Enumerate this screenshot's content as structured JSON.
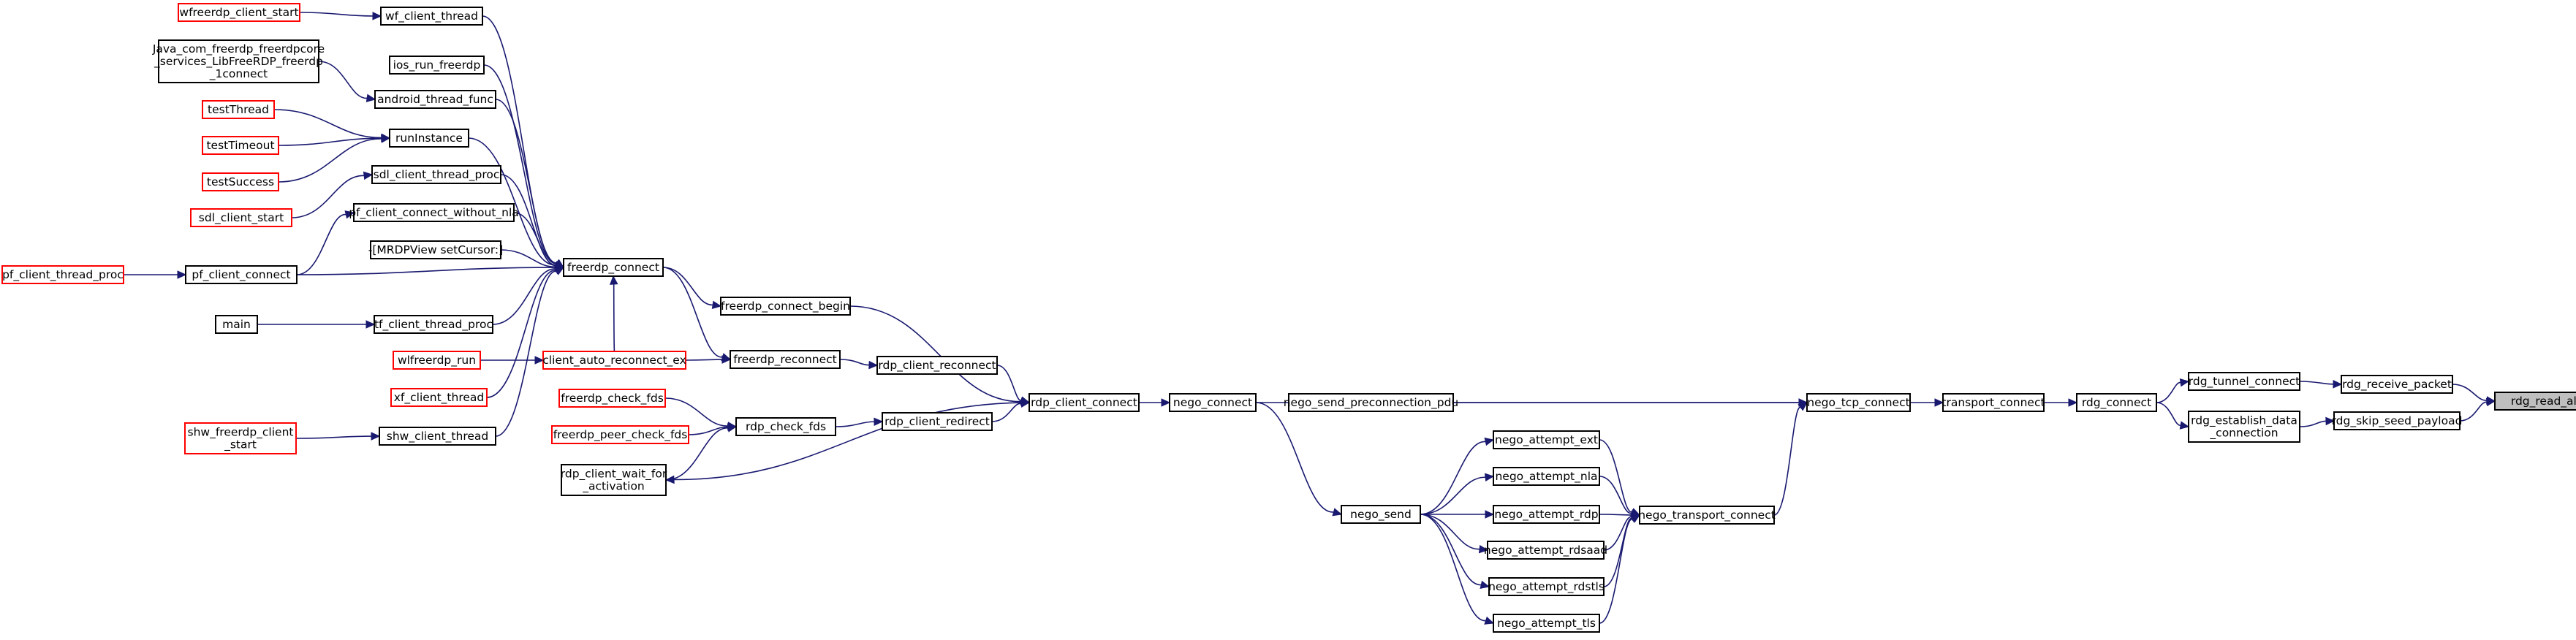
{
  "graph": {
    "colors": {
      "edge": "#191970",
      "node_border": "#000000",
      "node_border_truncated": "#ff0000",
      "target_fill": "#bfbfbf"
    },
    "nodes": [
      {
        "id": "rdg_read_all",
        "lines": [
          "rdg_read_all"
        ],
        "style": "target"
      },
      {
        "id": "rdg_receive_packet",
        "lines": [
          "rdg_receive_packet"
        ],
        "style": "normal"
      },
      {
        "id": "rdg_skip_seed_payload",
        "lines": [
          "rdg_skip_seed_payload"
        ],
        "style": "normal"
      },
      {
        "id": "rdg_tunnel_connect",
        "lines": [
          "rdg_tunnel_connect"
        ],
        "style": "normal"
      },
      {
        "id": "rdg_establish_data_connection",
        "lines": [
          "rdg_establish_data",
          "_connection"
        ],
        "style": "normal"
      },
      {
        "id": "rdg_connect",
        "lines": [
          "rdg_connect"
        ],
        "style": "normal"
      },
      {
        "id": "transport_connect",
        "lines": [
          "transport_connect"
        ],
        "style": "normal"
      },
      {
        "id": "nego_tcp_connect",
        "lines": [
          "nego_tcp_connect"
        ],
        "style": "normal"
      },
      {
        "id": "nego_send_preconnection_pdu",
        "lines": [
          "nego_send_preconnection_pdu"
        ],
        "style": "normal"
      },
      {
        "id": "nego_connect",
        "lines": [
          "nego_connect"
        ],
        "style": "normal"
      },
      {
        "id": "nego_transport_connect",
        "lines": [
          "nego_transport_connect"
        ],
        "style": "normal"
      },
      {
        "id": "nego_attempt_ext",
        "lines": [
          "nego_attempt_ext"
        ],
        "style": "normal"
      },
      {
        "id": "nego_attempt_nla",
        "lines": [
          "nego_attempt_nla"
        ],
        "style": "normal"
      },
      {
        "id": "nego_attempt_rdp",
        "lines": [
          "nego_attempt_rdp"
        ],
        "style": "normal"
      },
      {
        "id": "nego_attempt_rdsaad",
        "lines": [
          "nego_attempt_rdsaad"
        ],
        "style": "normal"
      },
      {
        "id": "nego_attempt_rdstls",
        "lines": [
          "nego_attempt_rdstls"
        ],
        "style": "normal"
      },
      {
        "id": "nego_attempt_tls",
        "lines": [
          "nego_attempt_tls"
        ],
        "style": "normal"
      },
      {
        "id": "nego_send",
        "lines": [
          "nego_send"
        ],
        "style": "normal"
      },
      {
        "id": "rdp_client_connect",
        "lines": [
          "rdp_client_connect"
        ],
        "style": "normal"
      },
      {
        "id": "rdp_client_reconnect",
        "lines": [
          "rdp_client_reconnect"
        ],
        "style": "normal"
      },
      {
        "id": "rdp_client_redirect",
        "lines": [
          "rdp_client_redirect"
        ],
        "style": "normal"
      },
      {
        "id": "rdp_check_fds",
        "lines": [
          "rdp_check_fds"
        ],
        "style": "normal"
      },
      {
        "id": "rdp_client_wait_for_activation",
        "lines": [
          "rdp_client_wait_for",
          "_activation"
        ],
        "style": "normal"
      },
      {
        "id": "freerdp_check_fds",
        "lines": [
          "freerdp_check_fds"
        ],
        "style": "truncated"
      },
      {
        "id": "freerdp_peer_check_fds",
        "lines": [
          "freerdp_peer_check_fds"
        ],
        "style": "truncated"
      },
      {
        "id": "freerdp_connect_begin",
        "lines": [
          "freerdp_connect_begin"
        ],
        "style": "normal"
      },
      {
        "id": "freerdp_reconnect",
        "lines": [
          "freerdp_reconnect"
        ],
        "style": "normal"
      },
      {
        "id": "client_auto_reconnect_ex",
        "lines": [
          "client_auto_reconnect_ex"
        ],
        "style": "truncated"
      },
      {
        "id": "freerdp_connect",
        "lines": [
          "freerdp_connect"
        ],
        "style": "normal"
      },
      {
        "id": "wf_client_thread",
        "lines": [
          "wf_client_thread"
        ],
        "style": "normal"
      },
      {
        "id": "wfreerdp_client_start",
        "lines": [
          "wfreerdp_client_start"
        ],
        "style": "truncated"
      },
      {
        "id": "ios_run_freerdp",
        "lines": [
          "ios_run_freerdp"
        ],
        "style": "normal"
      },
      {
        "id": "android_thread_func",
        "lines": [
          "android_thread_func"
        ],
        "style": "normal"
      },
      {
        "id": "java_libfreerdp_connect",
        "lines": [
          "Java_com_freerdp_freerdpcore",
          "_services_LibFreeRDP_freerdp",
          "_1connect"
        ],
        "style": "normal"
      },
      {
        "id": "runInstance",
        "lines": [
          "runInstance"
        ],
        "style": "normal"
      },
      {
        "id": "testThread",
        "lines": [
          "testThread"
        ],
        "style": "truncated"
      },
      {
        "id": "testTimeout",
        "lines": [
          "testTimeout"
        ],
        "style": "truncated"
      },
      {
        "id": "testSuccess",
        "lines": [
          "testSuccess"
        ],
        "style": "truncated"
      },
      {
        "id": "sdl_client_thread_proc",
        "lines": [
          "sdl_client_thread_proc"
        ],
        "style": "normal"
      },
      {
        "id": "sdl_client_start",
        "lines": [
          "sdl_client_start"
        ],
        "style": "truncated"
      },
      {
        "id": "pf_client_connect_without_nla",
        "lines": [
          "pf_client_connect_without_nla"
        ],
        "style": "normal"
      },
      {
        "id": "mrdpview_setcursor",
        "lines": [
          "-[MRDPView setCursor:]"
        ],
        "style": "normal"
      },
      {
        "id": "pf_client_connect",
        "lines": [
          "pf_client_connect"
        ],
        "style": "normal"
      },
      {
        "id": "pf_client_thread_proc",
        "lines": [
          "pf_client_thread_proc"
        ],
        "style": "truncated"
      },
      {
        "id": "tf_client_thread_proc",
        "lines": [
          "tf_client_thread_proc"
        ],
        "style": "normal"
      },
      {
        "id": "main",
        "lines": [
          "main"
        ],
        "style": "normal"
      },
      {
        "id": "wlfreerdp_run",
        "lines": [
          "wlfreerdp_run"
        ],
        "style": "truncated"
      },
      {
        "id": "xf_client_thread",
        "lines": [
          "xf_client_thread"
        ],
        "style": "truncated"
      },
      {
        "id": "shw_client_thread",
        "lines": [
          "shw_client_thread"
        ],
        "style": "normal"
      },
      {
        "id": "shw_freerdp_client_start",
        "lines": [
          "shw_freerdp_client",
          "_start"
        ],
        "style": "truncated"
      }
    ],
    "edges": [
      [
        "rdg_receive_packet",
        "rdg_read_all"
      ],
      [
        "rdg_skip_seed_payload",
        "rdg_read_all"
      ],
      [
        "rdg_tunnel_connect",
        "rdg_receive_packet"
      ],
      [
        "rdg_establish_data_connection",
        "rdg_skip_seed_payload"
      ],
      [
        "rdg_connect",
        "rdg_tunnel_connect"
      ],
      [
        "rdg_connect",
        "rdg_establish_data_connection"
      ],
      [
        "transport_connect",
        "rdg_connect"
      ],
      [
        "nego_tcp_connect",
        "transport_connect"
      ],
      [
        "nego_connect",
        "nego_tcp_connect"
      ],
      [
        "nego_send_preconnection_pdu",
        "nego_tcp_connect"
      ],
      [
        "nego_transport_connect",
        "nego_tcp_connect"
      ],
      [
        "nego_attempt_ext",
        "nego_transport_connect"
      ],
      [
        "nego_attempt_nla",
        "nego_transport_connect"
      ],
      [
        "nego_attempt_rdp",
        "nego_transport_connect"
      ],
      [
        "nego_attempt_rdsaad",
        "nego_transport_connect"
      ],
      [
        "nego_attempt_rdstls",
        "nego_transport_connect"
      ],
      [
        "nego_attempt_tls",
        "nego_transport_connect"
      ],
      [
        "nego_send",
        "nego_attempt_ext"
      ],
      [
        "nego_send",
        "nego_attempt_nla"
      ],
      [
        "nego_send",
        "nego_attempt_rdp"
      ],
      [
        "nego_send",
        "nego_attempt_rdsaad"
      ],
      [
        "nego_send",
        "nego_attempt_rdstls"
      ],
      [
        "nego_send",
        "nego_attempt_tls"
      ],
      [
        "nego_connect",
        "nego_send"
      ],
      [
        "rdp_client_connect",
        "nego_connect"
      ],
      [
        "rdp_client_reconnect",
        "rdp_client_connect"
      ],
      [
        "rdp_client_redirect",
        "rdp_client_connect"
      ],
      [
        "freerdp_connect_begin",
        "rdp_client_connect"
      ],
      [
        "rdp_client_connect",
        "rdp_client_wait_for_activation"
      ],
      [
        "freerdp_reconnect",
        "rdp_client_reconnect"
      ],
      [
        "rdp_check_fds",
        "rdp_client_redirect"
      ],
      [
        "freerdp_check_fds",
        "rdp_check_fds"
      ],
      [
        "freerdp_peer_check_fds",
        "rdp_check_fds"
      ],
      [
        "rdp_client_wait_for_activation",
        "rdp_check_fds"
      ],
      [
        "freerdp_connect",
        "freerdp_connect_begin"
      ],
      [
        "freerdp_connect",
        "freerdp_reconnect"
      ],
      [
        "client_auto_reconnect_ex",
        "freerdp_reconnect"
      ],
      [
        "wf_client_thread",
        "freerdp_connect"
      ],
      [
        "ios_run_freerdp",
        "freerdp_connect"
      ],
      [
        "android_thread_func",
        "freerdp_connect"
      ],
      [
        "runInstance",
        "freerdp_connect"
      ],
      [
        "sdl_client_thread_proc",
        "freerdp_connect"
      ],
      [
        "pf_client_connect_without_nla",
        "freerdp_connect"
      ],
      [
        "mrdpview_setcursor",
        "freerdp_connect"
      ],
      [
        "pf_client_connect",
        "freerdp_connect"
      ],
      [
        "tf_client_thread_proc",
        "freerdp_connect"
      ],
      [
        "client_auto_reconnect_ex",
        "freerdp_connect"
      ],
      [
        "xf_client_thread",
        "freerdp_connect"
      ],
      [
        "shw_client_thread",
        "freerdp_connect"
      ],
      [
        "wfreerdp_client_start",
        "wf_client_thread"
      ],
      [
        "java_libfreerdp_connect",
        "android_thread_func"
      ],
      [
        "testThread",
        "runInstance"
      ],
      [
        "testTimeout",
        "runInstance"
      ],
      [
        "testSuccess",
        "runInstance"
      ],
      [
        "sdl_client_start",
        "sdl_client_thread_proc"
      ],
      [
        "pf_client_connect",
        "pf_client_connect_without_nla"
      ],
      [
        "pf_client_thread_proc",
        "pf_client_connect"
      ],
      [
        "main",
        "tf_client_thread_proc"
      ],
      [
        "wlfreerdp_run",
        "client_auto_reconnect_ex"
      ],
      [
        "shw_freerdp_client_start",
        "shw_client_thread"
      ]
    ]
  }
}
